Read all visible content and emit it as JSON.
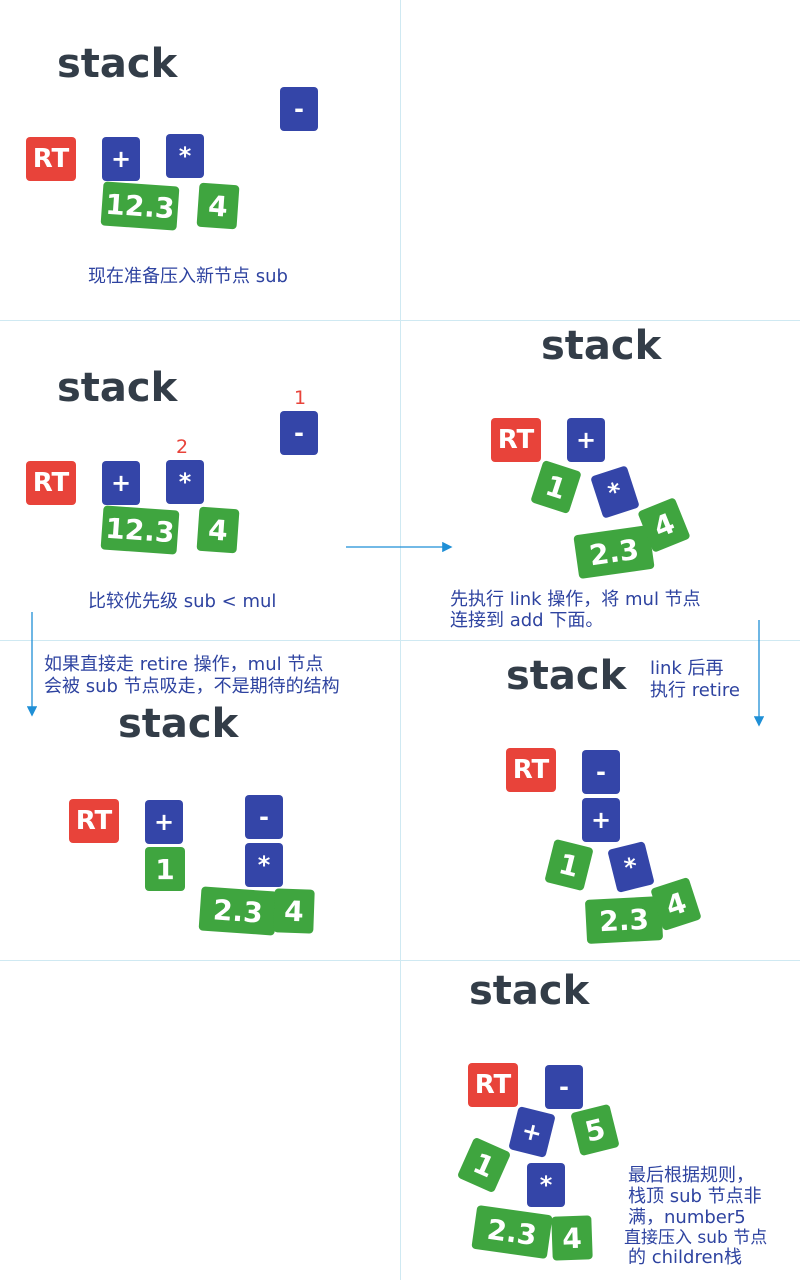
{
  "stack_label": "stack",
  "tiles": {
    "rt": "RT",
    "add": "+",
    "mul": "*",
    "sub": "-",
    "num_12_3": "12.3",
    "num_4": "4",
    "num_1": "1",
    "num_2_3": "2.3",
    "num_5": "5"
  },
  "markers": {
    "one": "1",
    "two": "2"
  },
  "captions": {
    "panel1": "现在准备压入新节点 sub",
    "panel2": "比较优先级 sub < mul",
    "panel3_line1": "先执行 link 操作，将 mul 节点",
    "panel3_line2": "连接到 add 下面。",
    "panel4_line1": "如果直接走 retire 操作，mul 节点",
    "panel4_line2": "会被 sub 节点吸走，不是期待的结构",
    "panel5_line1": "link 后再",
    "panel5_line2": "执行 retire",
    "panel6_line1": "最后根据规则，",
    "panel6_line2": "栈顶 sub 节点非",
    "panel6_line3": "满，number5",
    "panel6_line4": " 直接压入 sub 节点",
    "panel6_line5": "的 children栈"
  },
  "colors": {
    "rt": "#e8433a",
    "operator": "#3445a8",
    "number": "#3fa53f",
    "caption": "#2e43a0",
    "arrow": "#1f8fd6",
    "grid": "#cfe9f2"
  }
}
